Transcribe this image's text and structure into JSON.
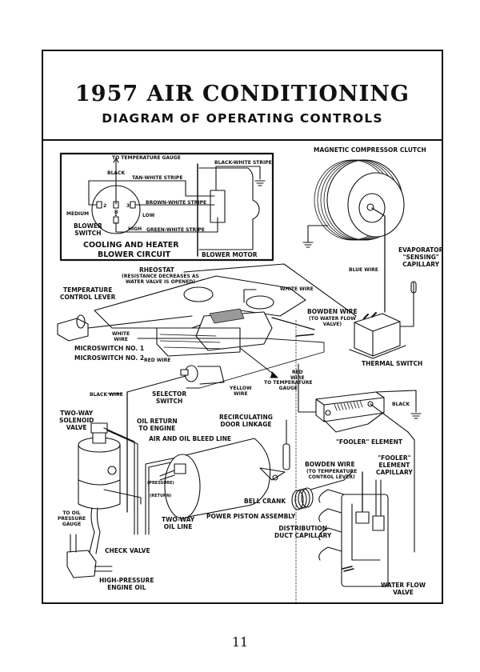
{
  "header": {
    "title": "1957 AIR CONDITIONING",
    "subtitle": "DIAGRAM OF OPERATING CONTROLS"
  },
  "inset": {
    "title_line1": "COOLING AND HEATER",
    "title_line2": "BLOWER CIRCUIT",
    "labels": {
      "to_temp_gauge": "TO TEMPERATURE\nGAUGE",
      "black": "BLACK",
      "tan_white": "TAN-WHITE STRIPE",
      "brown_white": "BROWN-WHITE STRIPE",
      "green_white": "GREEN-WHITE STRIPE",
      "black_white": "BLACK-WHITE STRIPE",
      "medium": "MEDIUM",
      "low": "LOW",
      "high": "HIGH",
      "blower_switch": "BLOWER\nSWITCH",
      "blower_motor": "BLOWER MOTOR",
      "terminal_2": "2",
      "terminal_3": "3",
      "terminal_b": "B",
      "terminal_1": "1"
    }
  },
  "labels": {
    "magnetic_clutch": "MAGNETIC COMPRESSOR CLUTCH",
    "evaporator_capillary": "EVAPORATOR\n\"SENSING\"\nCAPILLARY",
    "blue_wire": "BLUE WIRE",
    "rheostat": "RHEOSTAT",
    "rheostat_note": "(RESISTANCE DECREASES AS\nWATER VALVE IS OPENED)",
    "temp_control_lever": "TEMPERATURE\nCONTROL LEVER",
    "white_wire_top": "WHITE WIRE",
    "bowden_wire_water": "BOWDEN WIRE",
    "bowden_wire_water_note": "(TO WATER FLOW\nVALVE)",
    "white_wire": "WHITE\nWIRE",
    "microswitch_1": "MICROSWITCH NO. 1",
    "microswitch_2": "MICROSWITCH NO. 2",
    "red_wire_left": "RED WIRE",
    "red_wire_right": "RED\nWIRE",
    "to_temp_gauge": "TO TEMPERATURE\nGAUGE",
    "thermal_switch": "THERMAL SWITCH",
    "black_wire": "BLACK WIRE",
    "selector_switch": "SELECTOR\nSWITCH",
    "yellow_wire": "YELLOW\nWIRE",
    "black": "BLACK",
    "two_way_solenoid": "TWO-WAY\nSOLENOID\nVALVE",
    "oil_return": "OIL RETURN\nTO ENGINE",
    "recirc_linkage": "RECIRCULATING\nDOOR LINKAGE",
    "air_oil_bleed": "AIR AND OIL BLEED LINE",
    "fooler_element": "\"FOOLER\" ELEMENT",
    "bowden_wire_temp": "BOWDEN WIRE",
    "bowden_wire_temp_note": "(TO TEMPERATURE\nCONTROL LEVER)",
    "fooler_capillary": "\"FOOLER\"\nELEMENT\nCAPILLARY",
    "pressure": "(PRESSURE)",
    "return": "(RETURN)",
    "to_oil_pressure_gauge": "TO OIL\nPRESSURE\nGAUGE",
    "two_way_oil_line": "TWO-WAY\nOIL LINE",
    "bell_crank": "BELL CRANK",
    "power_piston": "POWER PISTON ASSEMBLY",
    "distribution_capillary": "DISTRIBUTION\nDUCT CAPILLARY",
    "check_valve": "CHECK VALVE",
    "high_pressure_oil": "HIGH-PRESSURE\nENGINE OIL",
    "water_flow_valve": "WATER FLOW\nVALVE"
  },
  "footer": {
    "page_number": "11"
  }
}
